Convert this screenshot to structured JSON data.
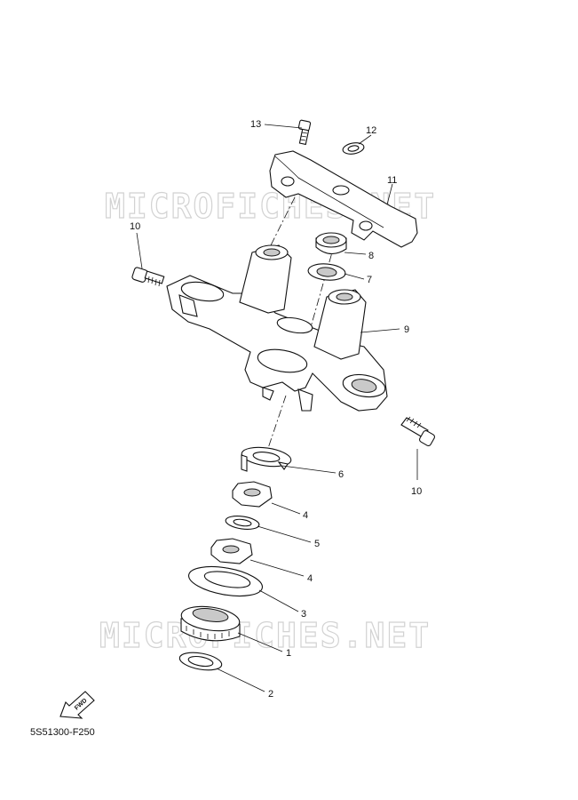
{
  "watermark": "MICROFICHES.NET",
  "fwd_label": "FWD",
  "diagram_code": "5S51300-F250",
  "callouts": [
    {
      "id": "c13",
      "text": "13"
    },
    {
      "id": "c12",
      "text": "12"
    },
    {
      "id": "c11",
      "text": "11"
    },
    {
      "id": "c10a",
      "text": "10"
    },
    {
      "id": "c8",
      "text": "8"
    },
    {
      "id": "c7",
      "text": "7"
    },
    {
      "id": "c9",
      "text": "9"
    },
    {
      "id": "c10b",
      "text": "10"
    },
    {
      "id": "c6",
      "text": "6"
    },
    {
      "id": "c4a",
      "text": "4"
    },
    {
      "id": "c5",
      "text": "5"
    },
    {
      "id": "c4b",
      "text": "4"
    },
    {
      "id": "c3",
      "text": "3"
    },
    {
      "id": "c1",
      "text": "1"
    },
    {
      "id": "c2",
      "text": "2"
    }
  ]
}
